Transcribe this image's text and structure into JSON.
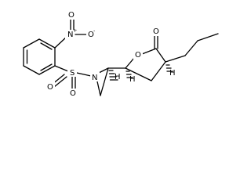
{
  "molecule": {
    "atoms": {
      "nitro_o_top": "O",
      "nitro_n": "N",
      "nitro_n_charge": "+",
      "nitro_o_right": "O",
      "nitro_o_charge": "-",
      "sulfur": "S",
      "sulfonyl_o_left": "O",
      "sulfonyl_o_bottom": "O",
      "aziridine_n": "N",
      "stereo_h_aziridine": "H",
      "ring_o": "O",
      "carbonyl_o": "O",
      "stereo_h_lactone_left": "H",
      "stereo_h_lactone_right": "H"
    }
  }
}
